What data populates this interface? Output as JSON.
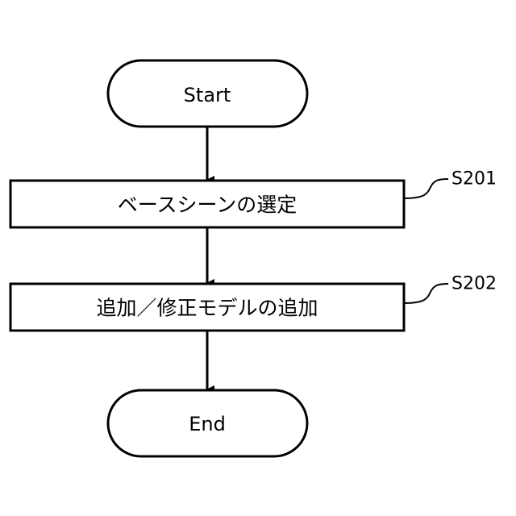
{
  "nodes": {
    "start": {
      "label": "Start"
    },
    "s201": {
      "label": "ベースシーンの選定",
      "step": "S201"
    },
    "s202": {
      "label": "追加／修正モデルの追加",
      "step": "S202"
    },
    "end": {
      "label": "End"
    }
  },
  "colors": {
    "stroke": "#000000",
    "fill": "#ffffff"
  }
}
